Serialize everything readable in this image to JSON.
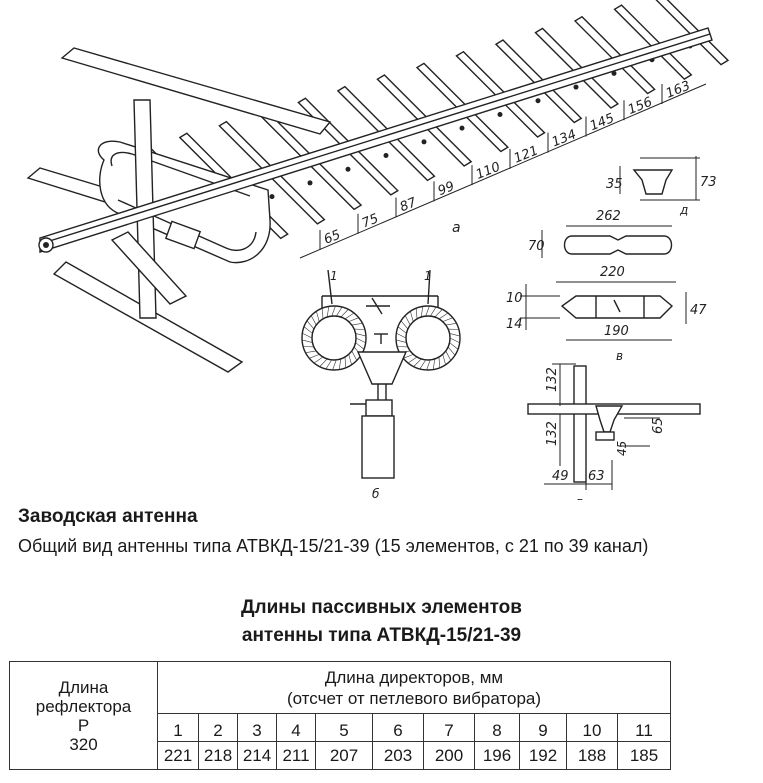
{
  "drawing": {
    "element_dims": [
      "65",
      "75",
      "87",
      "99",
      "110",
      "121",
      "134",
      "145",
      "156",
      "163"
    ],
    "label_a": "а",
    "label_b": "б",
    "label_v": "в",
    "label_g": "г",
    "label_d": "д",
    "insulator_dims": {
      "height_top": "35",
      "height_total": "73",
      "width": "262"
    },
    "plate_dims": {
      "height_top": "70",
      "width_top": "220",
      "height_thin": "10",
      "height_bottom": "14",
      "height_right": "47",
      "width_bottom": "190"
    },
    "cable_markers": [
      "1",
      "1"
    ],
    "mast_dims": {
      "upper": "132",
      "lower": "132",
      "right": "65",
      "right_small": "45",
      "bottom_left": "49",
      "bottom_right": "63"
    }
  },
  "caption": {
    "title": "Заводская антенна",
    "text": "Общий вид антенны типа АТВКД-15/21-39 (15 элементов, с 21 по 39 канал)"
  },
  "table": {
    "title_line1": "Длины пассивных элементов",
    "title_line2": "антенны типа АТВКД-15/21-39",
    "reflector_label_line1": "Длина",
    "reflector_label_line2": "рефлектора",
    "reflector_symbol": "Р",
    "reflector_value": "320",
    "directors_label_line1": "Длина директоров, мм",
    "directors_label_line2": "(отсчет от петлевого вибратора)",
    "columns": [
      "1",
      "2",
      "3",
      "4",
      "5",
      "6",
      "7",
      "8",
      "9",
      "10",
      "11"
    ],
    "values": [
      "221",
      "218",
      "214",
      "211",
      "207",
      "203",
      "200",
      "196",
      "192",
      "188",
      "185"
    ]
  }
}
